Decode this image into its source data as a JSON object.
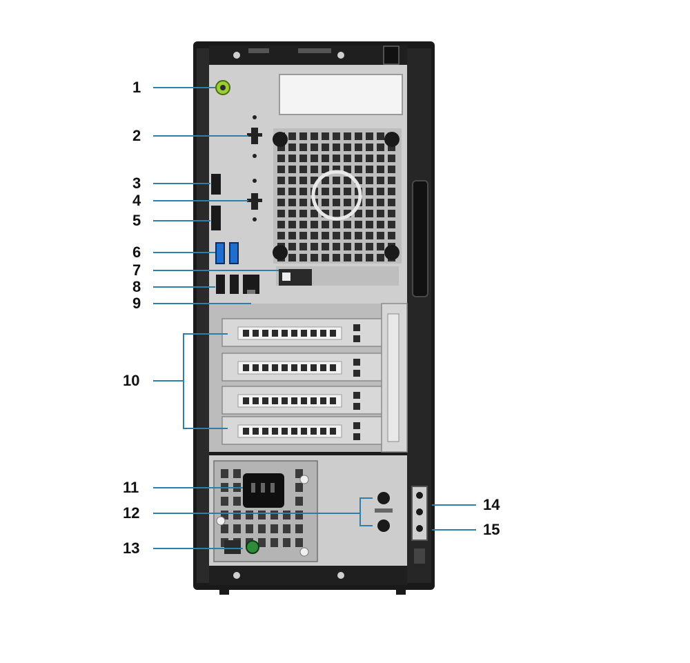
{
  "callouts": [
    {
      "id": "1",
      "label": "1"
    },
    {
      "id": "2",
      "label": "2"
    },
    {
      "id": "3",
      "label": "3"
    },
    {
      "id": "4",
      "label": "4"
    },
    {
      "id": "5",
      "label": "5"
    },
    {
      "id": "6",
      "label": "6"
    },
    {
      "id": "7",
      "label": "7"
    },
    {
      "id": "8",
      "label": "8"
    },
    {
      "id": "9",
      "label": "9"
    },
    {
      "id": "10",
      "label": "10"
    },
    {
      "id": "11",
      "label": "11"
    },
    {
      "id": "12",
      "label": "12"
    },
    {
      "id": "13",
      "label": "13"
    },
    {
      "id": "14",
      "label": "14"
    },
    {
      "id": "15",
      "label": "15"
    }
  ],
  "colors": {
    "chassis": "#1a1a1a",
    "panel": "#c9c9c9",
    "panel_light": "#dcdcdc",
    "usb3_blue": "#1f6fd1",
    "line_out_green": "#9acd32",
    "diagnostic_green": "#2e8b3a",
    "callout_line": "#2b7fa8"
  }
}
